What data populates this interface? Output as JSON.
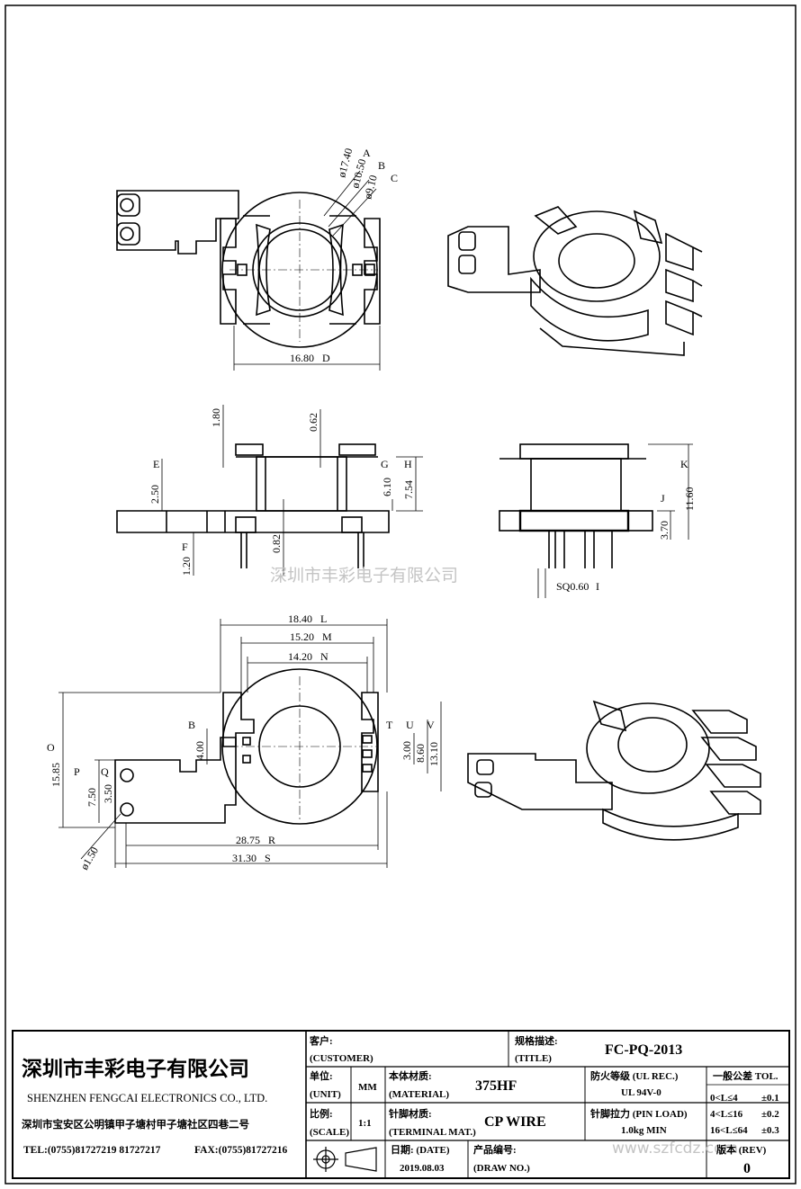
{
  "views": {
    "top_view": {
      "dims": [
        "ø17.40",
        "ø10.50",
        "ø9.10",
        "16.80"
      ],
      "markers": [
        "A",
        "B",
        "C",
        "D"
      ]
    },
    "side_view": {
      "dims": [
        "1.80",
        "0.62",
        "2.50",
        "6.10",
        "7.54",
        "0.82",
        "1.20"
      ],
      "markers": [
        "E",
        "F",
        "G",
        "H"
      ]
    },
    "end_view": {
      "dims": [
        "11.60",
        "3.70",
        "SQ0.60"
      ],
      "markers": [
        "K",
        "J",
        "I"
      ]
    },
    "bottom_view": {
      "dims": [
        "18.40",
        "15.20",
        "14.20",
        "4.00",
        "3.00",
        "8.60",
        "13.10",
        "15.85",
        "7.50",
        "3.50",
        "ø1.50",
        "28.75",
        "31.30"
      ],
      "markers": [
        "L",
        "M",
        "N",
        "B",
        "T",
        "U",
        "V",
        "O",
        "P",
        "Q",
        "R",
        "S"
      ]
    }
  },
  "watermark_center": "深圳市丰彩电子有限公司",
  "watermark_url": "www.szfcdz.com",
  "title_block": {
    "company_cn": "深圳市丰彩电子有限公司",
    "company_en": "SHENZHEN FENGCAI ELECTRONICS CO., LTD.",
    "address": "深圳市宝安区公明镇甲子塘村甲子塘社区四巷二号",
    "tel": "TEL:(0755)81727219  81727217",
    "fax": "FAX:(0755)81727216",
    "customer_label": "客户:",
    "customer_label_en": "(CUSTOMER)",
    "title_label": "规格描述:",
    "title_label_en": "(TITLE)",
    "title_value": "FC-PQ-2013",
    "unit_label": "单位:",
    "unit_label_en": "(UNIT)",
    "unit_value": "MM",
    "material_label": "本体材质:",
    "material_label_en": "(MATERIAL)",
    "material_value": "375HF",
    "flame_label": "防火等级 (UL REC.)",
    "flame_value": "UL 94V-0",
    "tol_header": "一般公差 TOL.",
    "tol_rows": [
      {
        "range": "0<L≤4",
        "tol": "±0.1"
      },
      {
        "range": "4<L≤16",
        "tol": "±0.2"
      },
      {
        "range": "16<L≤64",
        "tol": "±0.3"
      }
    ],
    "scale_label": "比例:",
    "scale_label_en": "(SCALE)",
    "scale_value": "1:1",
    "terminal_label": "针脚材质:",
    "terminal_label_en": "(TERMINAL MAT.)",
    "terminal_value": "CP WIRE",
    "pinload_label": "针脚拉力 (PIN LOAD)",
    "pinload_value": "1.0kg MIN",
    "date_label": "日期: (DATE)",
    "date_value": "2019.08.03",
    "drawno_label": "产品编号:",
    "drawno_label_en": "(DRAW NO.)",
    "rev_label": "版本 (REV)",
    "rev_value": "0"
  }
}
